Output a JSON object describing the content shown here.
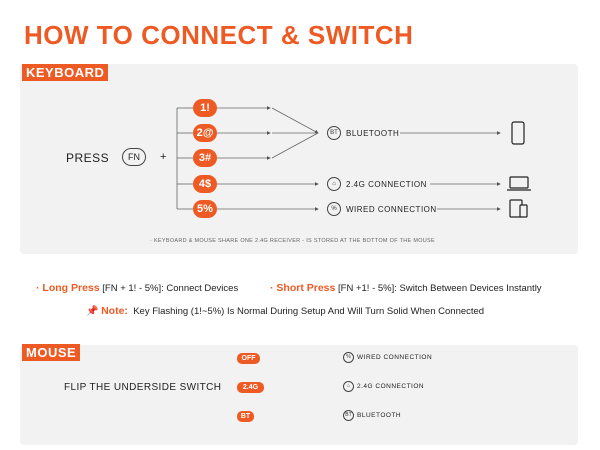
{
  "title": "HOW TO CONNECT & SWITCH",
  "keyboard": {
    "tag": "KEYBOARD",
    "press_label": "PRESS",
    "fn_label": "FN",
    "plus": "+",
    "keys": [
      "1!",
      "2@",
      "3#",
      "4$",
      "5%"
    ],
    "devices": [
      {
        "icon_text": "BT",
        "label": "BLUETOOTH",
        "icon": "phone-icon"
      },
      {
        "icon_text": "",
        "label": "2.4G CONNECTION",
        "icon": "laptop-icon"
      },
      {
        "icon_text": "%",
        "label": "WIRED CONNECTION",
        "icon": "tablet-phone-icon"
      }
    ],
    "footnote": "· KEYBOARD & MOUSE SHARE ONE 2.4G RECEIVER - IS STORED AT THE BOTTOM OF THE MOUSE"
  },
  "info": {
    "long_press_label": "Long Press",
    "long_press_text": " [FN + 1! - 5%]: Connect Devices",
    "short_press_label": "Short Press",
    "short_press_text": " [FN +1! - 5%]: Switch Between Devices Instantly",
    "note_label": "Note:",
    "note_text": "Key Flashing (1!~5%) Is Normal During Setup And Will Turn Solid When Connected"
  },
  "mouse": {
    "tag": "MOUSE",
    "instruction": "FLIP THE UNDERSIDE SWITCH",
    "switches": [
      {
        "key": "OFF",
        "label": "WIRED CONNECTION",
        "icon": "tablet-phone-icon"
      },
      {
        "key": "2.4G",
        "label": "2.4G CONNECTION",
        "icon": "laptop-icon"
      },
      {
        "key": "BT",
        "label": "BLUETOOTH",
        "icon": "phone-icon"
      }
    ]
  },
  "colors": {
    "accent": "#ee5a24",
    "panel": "#f2f2f2"
  }
}
